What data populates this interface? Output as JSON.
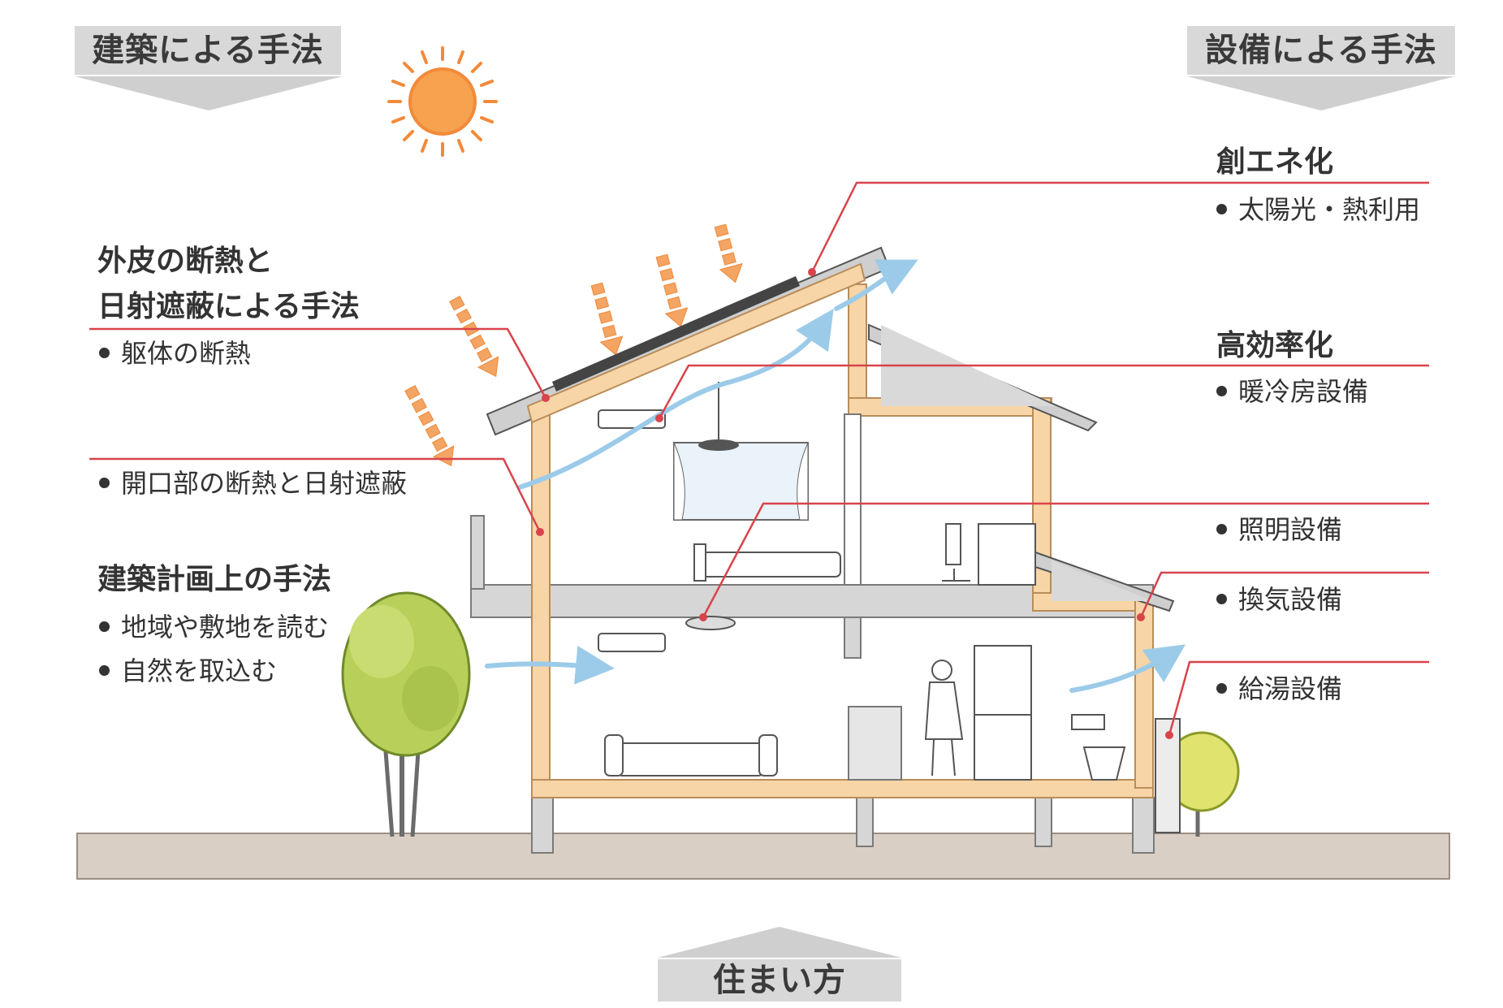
{
  "headers": {
    "architecture": "建築による手法",
    "equipment": "設備による手法",
    "living": "住まい方"
  },
  "left": {
    "envelope_title_1": "外皮の断熱と",
    "envelope_title_2": "日射遮蔽による手法",
    "item_body_insulation": "躯体の断熱",
    "item_opening": "開口部の断熱と日射遮蔽",
    "planning_title": "建築計画上の手法",
    "item_site": "地域や敷地を読む",
    "item_nature": "自然を取込む"
  },
  "right": {
    "energy_title": "創エネ化",
    "item_solar": "太陽光・熱利用",
    "efficiency_title": "高効率化",
    "item_hvac": "暖冷房設備",
    "item_lighting": "照明設備",
    "item_ventilation": "換気設備",
    "item_hotwater": "給湯設備"
  },
  "colors": {
    "leader_line": "#d9434b",
    "insulation": "#f8d5a6",
    "structure": "#cfcfcf",
    "sun": "#f28a3a",
    "airflow": "#9ccbe9",
    "ground": "#d9cfc4"
  }
}
